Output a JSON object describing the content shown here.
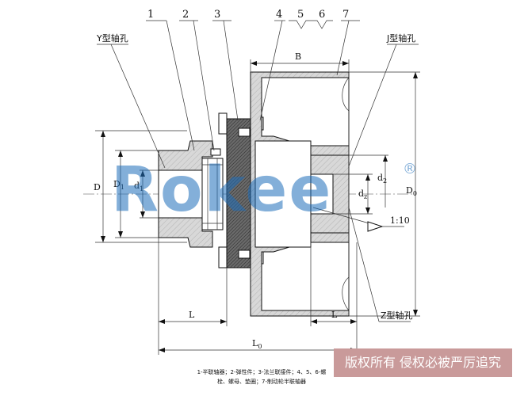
{
  "callouts": {
    "n1": "1",
    "n2": "2",
    "n3": "3",
    "n4": "4",
    "n5": "5",
    "n6": "6",
    "n7": "7"
  },
  "labels": {
    "y_bore": "Y型轴孔",
    "j_bore": "J型轴孔",
    "z_bore": "Z型轴孔",
    "dim_B": "B",
    "dim_D": "D",
    "dim_D1": "D",
    "dim_D1_sub": "1",
    "dim_d1": "d",
    "dim_d1_sub": "1",
    "dim_dz": "d",
    "dim_dz_sub": "z",
    "dim_d2": "d",
    "dim_d2_sub": "2",
    "dim_D0": "D",
    "dim_D0_sub": "0",
    "dim_L_left": "L",
    "dim_L_right": "L",
    "dim_L0": "L",
    "dim_L0_sub": "0",
    "taper": "1:10"
  },
  "caption": {
    "line1": "1-半联轴器；2-弹性件；3-法兰联接件；4、5、6-螺",
    "line2": "栓、螺母、垫圈；7-制动轮半联轴器"
  },
  "watermark": {
    "text": "Rokee",
    "registered": "®",
    "color": "#1e6eb9"
  },
  "copyright": {
    "text": "版权所有 侵权必被严厉追究",
    "color": "#c99a9a"
  }
}
